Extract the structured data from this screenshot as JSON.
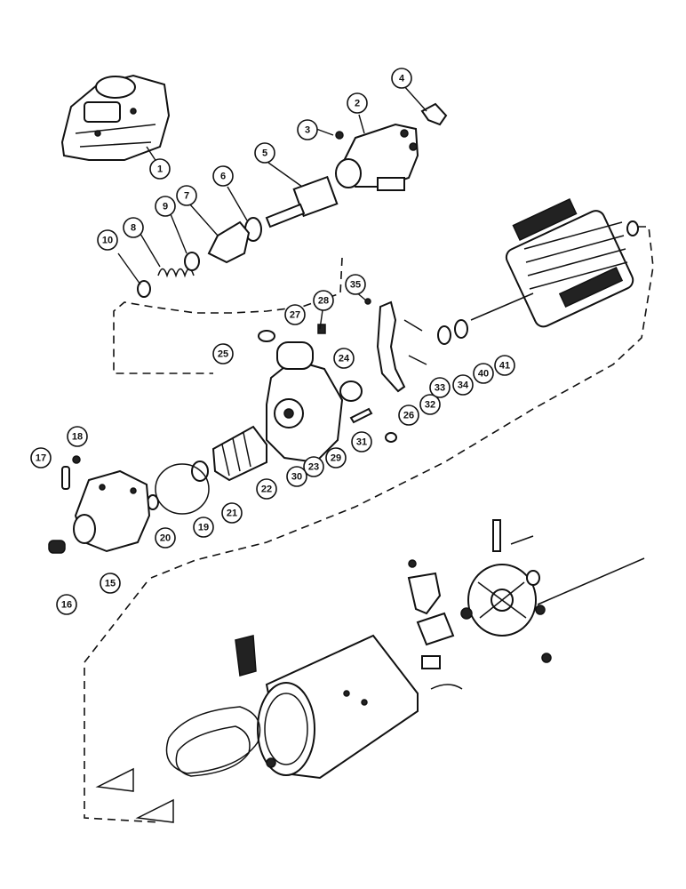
{
  "diagram": {
    "callouts": [
      {
        "id": "1",
        "label": "1"
      },
      {
        "id": "2",
        "label": "2"
      },
      {
        "id": "3",
        "label": "3"
      },
      {
        "id": "4",
        "label": "4"
      },
      {
        "id": "5",
        "label": "5"
      },
      {
        "id": "6",
        "label": "6"
      },
      {
        "id": "7",
        "label": "7"
      },
      {
        "id": "8",
        "label": "8"
      },
      {
        "id": "9",
        "label": "9"
      },
      {
        "id": "10",
        "label": "10"
      },
      {
        "id": "15",
        "label": "15"
      },
      {
        "id": "16",
        "label": "16"
      },
      {
        "id": "17",
        "label": "17"
      },
      {
        "id": "18",
        "label": "18"
      },
      {
        "id": "19",
        "label": "19"
      },
      {
        "id": "20",
        "label": "20"
      },
      {
        "id": "21",
        "label": "21"
      },
      {
        "id": "22",
        "label": "22"
      },
      {
        "id": "23",
        "label": "23"
      },
      {
        "id": "24",
        "label": "24"
      },
      {
        "id": "25",
        "label": "25"
      },
      {
        "id": "26",
        "label": "26"
      },
      {
        "id": "27",
        "label": "27"
      },
      {
        "id": "28",
        "label": "28"
      },
      {
        "id": "29",
        "label": "29"
      },
      {
        "id": "30",
        "label": "30"
      },
      {
        "id": "31",
        "label": "31"
      },
      {
        "id": "32",
        "label": "32"
      },
      {
        "id": "33",
        "label": "33"
      },
      {
        "id": "34",
        "label": "34"
      },
      {
        "id": "35",
        "label": "35"
      },
      {
        "id": "40",
        "label": "40"
      },
      {
        "id": "41",
        "label": "41"
      }
    ]
  }
}
